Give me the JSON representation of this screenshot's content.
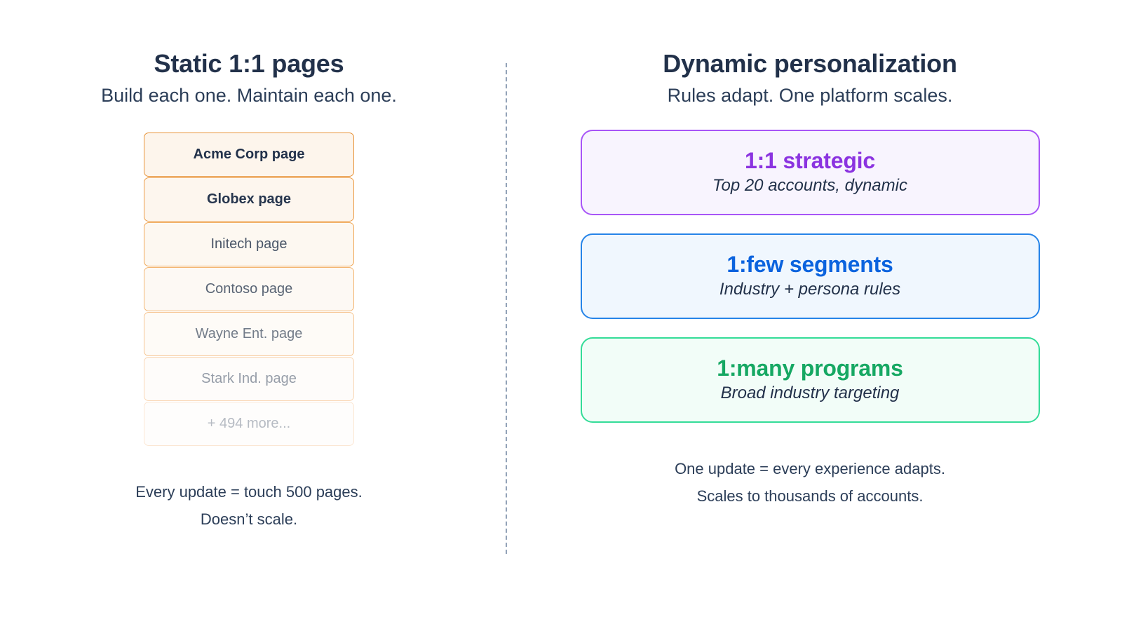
{
  "left": {
    "title": "Static 1:1 pages",
    "subtitle": "Build each one. Maintain each one.",
    "pages": [
      {
        "label": "Acme Corp page"
      },
      {
        "label": "Globex page"
      },
      {
        "label": "Initech page"
      },
      {
        "label": "Contoso page"
      },
      {
        "label": "Wayne Ent. page"
      },
      {
        "label": "Stark Ind. page"
      },
      {
        "label": "+ 494 more..."
      }
    ],
    "footer": [
      "Every update = touch 500 pages.",
      "Doesn’t scale."
    ]
  },
  "right": {
    "title": "Dynamic personalization",
    "subtitle": "Rules adapt. One platform scales.",
    "tiers": [
      {
        "title": "1:1 strategic",
        "subtitle": "Top 20 accounts, dynamic",
        "accent": "#8B33E0"
      },
      {
        "title": "1:few segments",
        "subtitle": "Industry + persona rules",
        "accent": "#0B63DE"
      },
      {
        "title": "1:many programs",
        "subtitle": "Broad industry targeting",
        "accent": "#16A863"
      }
    ],
    "footer": [
      "One update = every experience adapts.",
      "Scales to thousands of accounts."
    ]
  },
  "colors": {
    "background": "#FFFFFF",
    "heading": "#22314A",
    "body": "#2C3E58",
    "divider": "#93A3B8",
    "static_border": "#E8943A",
    "static_fill": "#FDF6EE",
    "purple": "#A855F7",
    "blue": "#2684E8",
    "green": "#34DC98"
  }
}
